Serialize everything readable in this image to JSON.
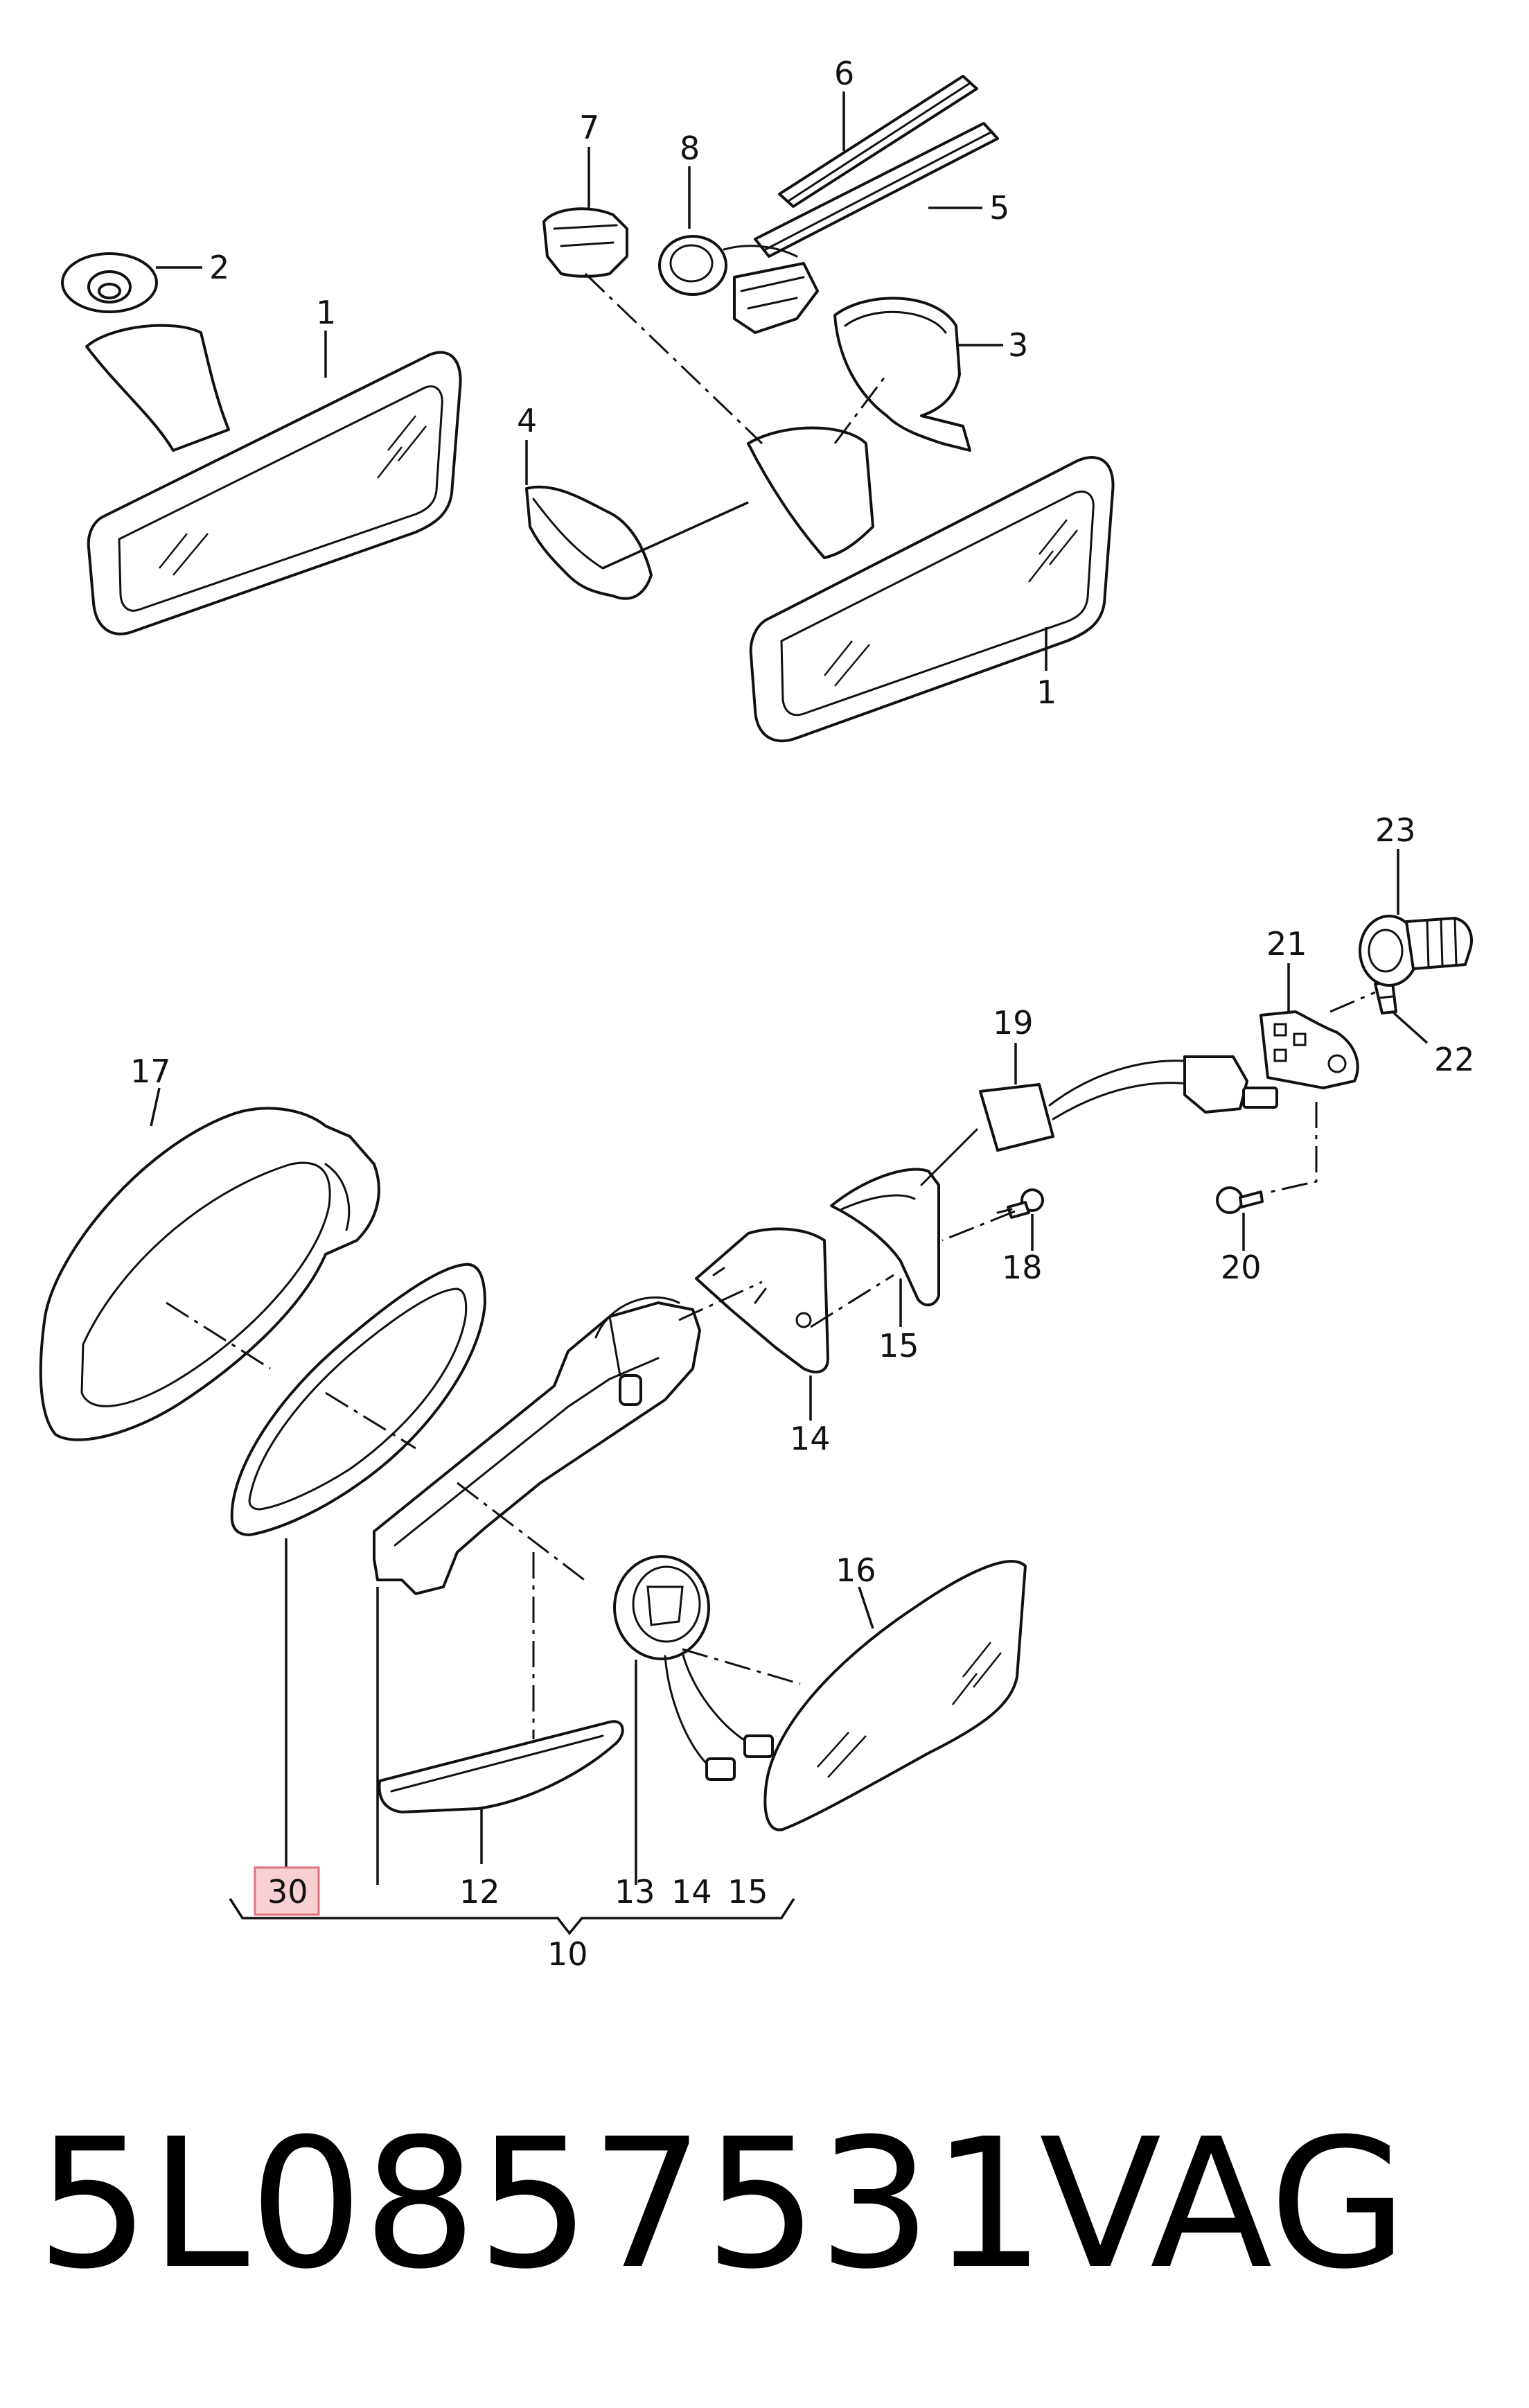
{
  "diagram": {
    "callouts": {
      "c1a": "1",
      "c1b": "1",
      "c2": "2",
      "c3": "3",
      "c4": "4",
      "c5": "5",
      "c6": "6",
      "c7": "7",
      "c8": "8",
      "c10": "10",
      "c12": "12",
      "c13": "13",
      "c14a": "14",
      "c14b": "14",
      "c15a": "15",
      "c15b": "15",
      "c16": "16",
      "c17": "17",
      "c18": "18",
      "c19": "19",
      "c20": "20",
      "c21": "21",
      "c22": "22",
      "c23": "23",
      "c30": "30"
    },
    "highlight_color": "#f8d0d4",
    "highlight_border": "#e0707c"
  },
  "footer": {
    "part_number": "5L0857531",
    "brand": "VAG"
  }
}
